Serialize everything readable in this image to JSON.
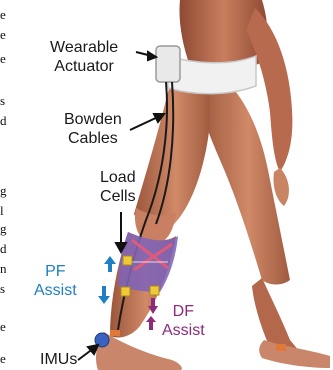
{
  "labels": {
    "wearable_actuator": [
      "Wearable",
      "Actuator"
    ],
    "bowden_cables": [
      "Bowden",
      "Cables"
    ],
    "load_cells": [
      "Load",
      "Cells"
    ],
    "pf_assist": [
      "PF",
      "Assist"
    ],
    "df_assist": [
      "DF",
      "Assist"
    ],
    "imus": "IMUs"
  },
  "clipped_text": [
    "e",
    "e",
    "e",
    "s",
    "d",
    "g",
    "l",
    "g",
    "d",
    "n",
    "s",
    "e",
    "e"
  ],
  "colors": {
    "pf_arrow": "#1f7fc4",
    "pf_text": "#1f7fc4",
    "df_arrow": "#8e2a7a",
    "df_text": "#8e2a7a",
    "sleeve": "#7f63b8",
    "sensor": "#f0c93a",
    "muscle": "#b86a4f",
    "skin": "#d9a27f"
  }
}
